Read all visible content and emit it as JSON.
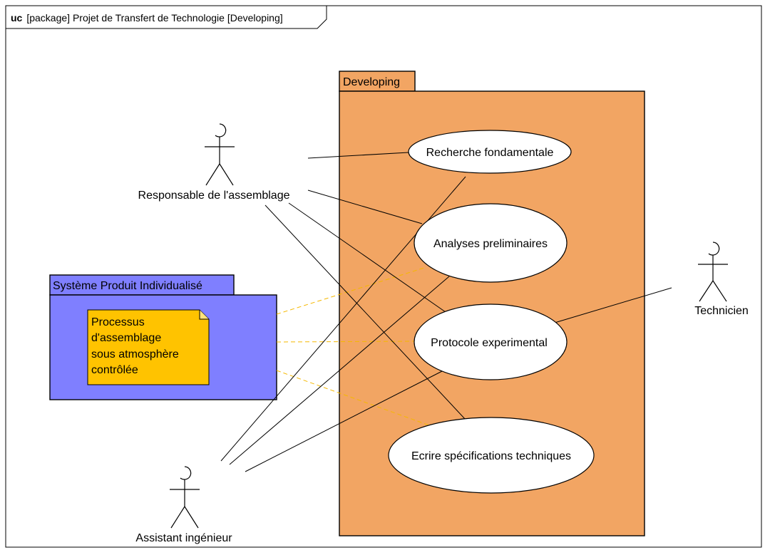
{
  "frame": {
    "keyword": "uc",
    "title": "[package] Projet de Transfert de Technologie [Developing]"
  },
  "packages": {
    "developing": {
      "name": "Developing",
      "color": "#f2a563"
    },
    "systeme": {
      "name": "Système Produit Individualisé",
      "color": "#7f7fff"
    }
  },
  "note": {
    "lines": [
      "Processus",
      "d'assemblage",
      "sous atmosphère",
      "contrôlée"
    ],
    "color": "#ffc300"
  },
  "use_cases": {
    "recherche": "Recherche fondamentale",
    "analyses": "Analyses preliminaires",
    "protocole": "Protocole experimental",
    "ecrire": "Ecrire spécifications techniques"
  },
  "actors": {
    "responsable": "Responsable de l'assemblage",
    "assistant": "Assistant ingénieur",
    "technicien": "Technicien"
  },
  "colors": {
    "dependency": "#f5b800",
    "frame": "#000000"
  }
}
